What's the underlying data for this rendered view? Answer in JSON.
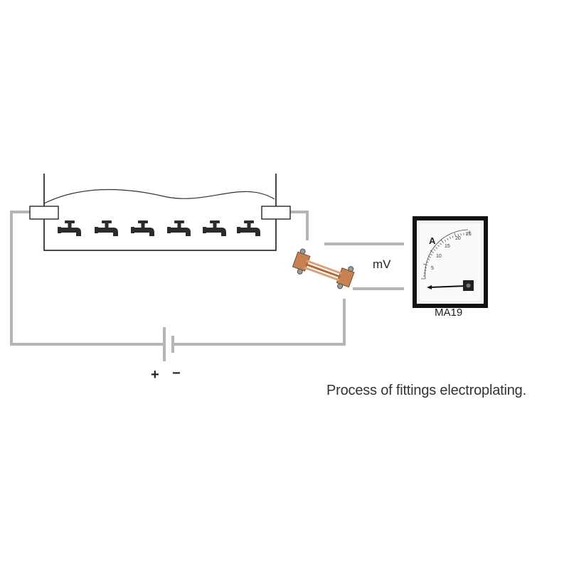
{
  "labels": {
    "mv": "mV",
    "meter_model": "MA19",
    "plus": "+",
    "minus": "−",
    "caption": "Process of fittings electroplating."
  },
  "meter": {
    "unit": "A",
    "scale": [
      "5",
      "10",
      "15",
      "20",
      "25"
    ]
  },
  "tank": {
    "fittings_count": 6,
    "fitting_icon": "faucet-icon"
  },
  "colors": {
    "wire": "#b5b5b5",
    "tank_outline": "#333333",
    "faucet": "#2b2b2b",
    "shunt_copper": "#c8814f"
  }
}
